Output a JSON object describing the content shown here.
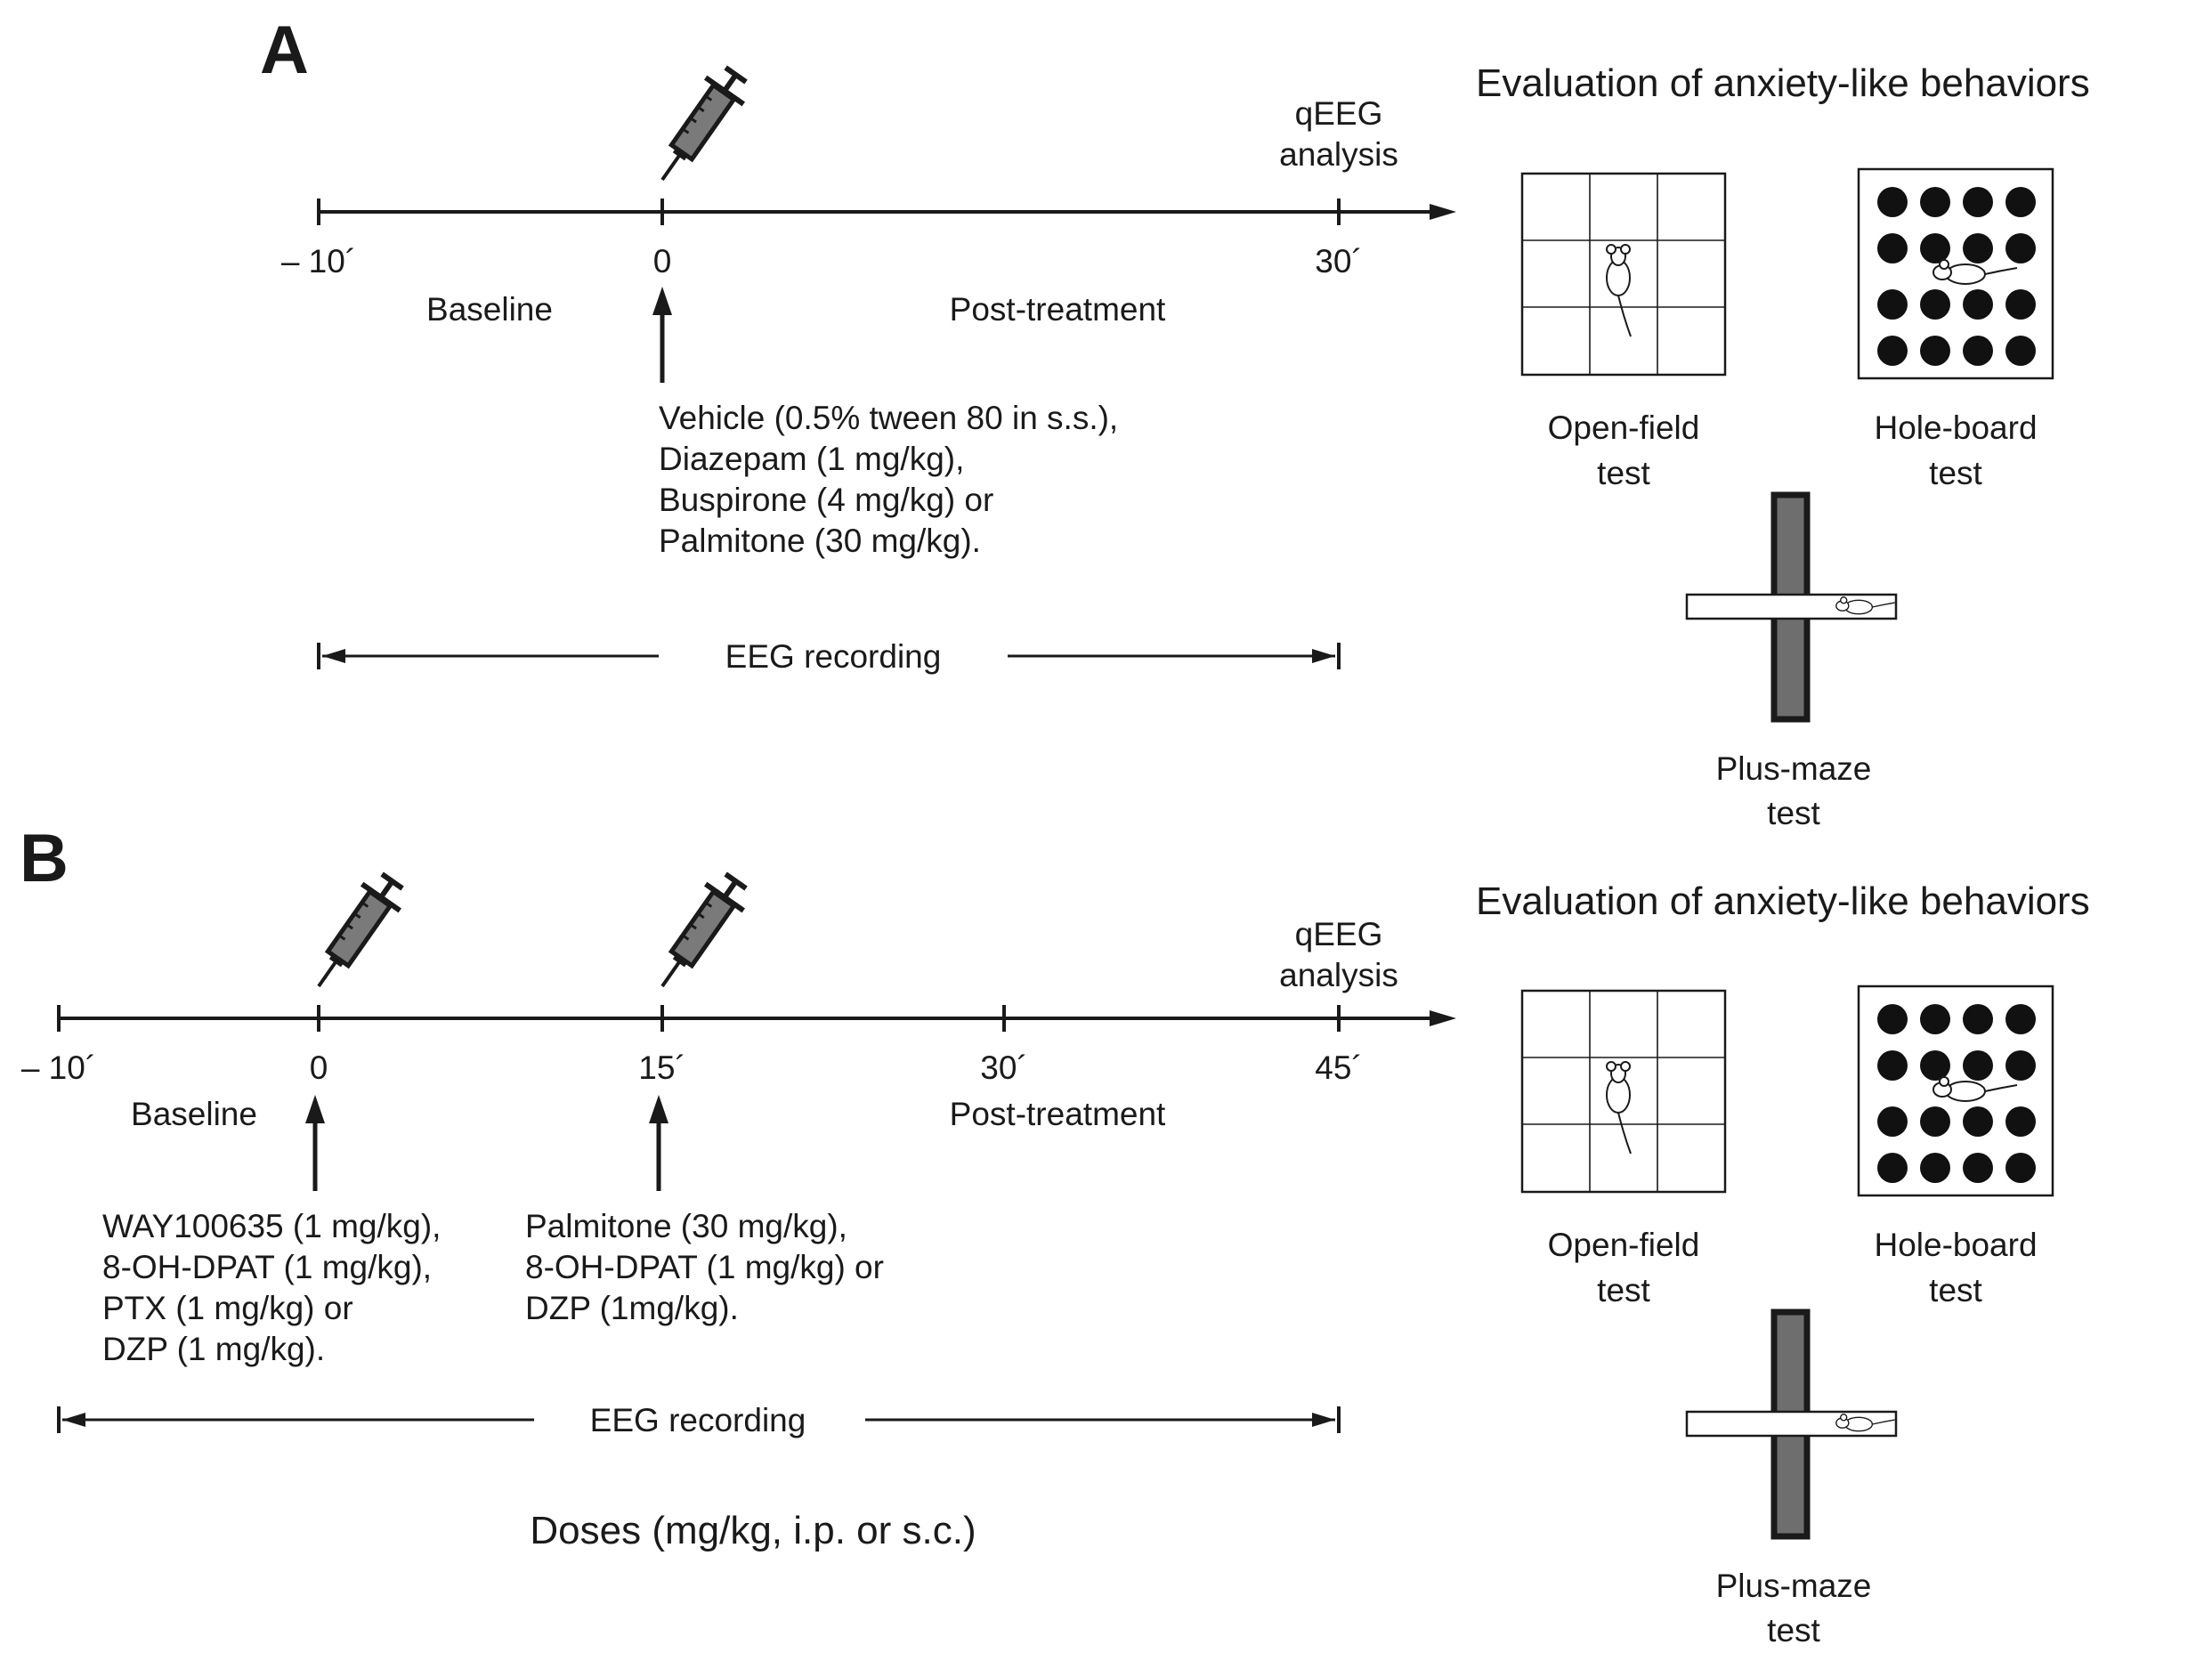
{
  "panel_a": {
    "letter": "A",
    "qeeg": [
      "qEEG",
      "analysis"
    ],
    "ticks": [
      "– 10´",
      "0",
      "30´"
    ],
    "baseline": "Baseline",
    "post_treatment": "Post-treatment",
    "treatments": [
      "Vehicle (0.5% tween 80 in s.s.),",
      "Diazepam (1 mg/kg),",
      "Buspirone (4 mg/kg) or",
      "Palmitone (30 mg/kg)."
    ],
    "eeg_recording": "EEG recording",
    "behaviors_title": "Evaluation of anxiety-like behaviors",
    "open_field": [
      "Open-field",
      "test"
    ],
    "hole_board": [
      "Hole-board",
      "test"
    ],
    "plus_maze": [
      "Plus-maze",
      "test"
    ]
  },
  "panel_b": {
    "letter": "B",
    "qeeg": [
      "qEEG",
      "analysis"
    ],
    "ticks": [
      "– 10´",
      "0",
      "15´",
      "30´",
      "45´"
    ],
    "baseline": "Baseline",
    "post_treatment": "Post-treatment",
    "treatments_first": [
      "WAY100635 (1 mg/kg),",
      "8-OH-DPAT (1 mg/kg),",
      "PTX (1 mg/kg) or",
      "DZP (1 mg/kg)."
    ],
    "treatments_second": [
      "Palmitone (30 mg/kg),",
      "8-OH-DPAT (1 mg/kg) or",
      "DZP (1mg/kg)."
    ],
    "eeg_recording": "EEG recording",
    "doses": "Doses (mg/kg, i.p. or s.c.)",
    "behaviors_title": "Evaluation of anxiety-like behaviors",
    "open_field": [
      "Open-field",
      "test"
    ],
    "hole_board": [
      "Hole-board",
      "test"
    ],
    "plus_maze": [
      "Plus-maze",
      "test"
    ]
  },
  "colors": {
    "ink": "#1a1a1a",
    "maze_dark": "#6e6e6e",
    "syringe_fill": "#7a7a7a"
  },
  "icons": [
    "syringe-icon",
    "mouse-icon",
    "hole-dot-icon"
  ]
}
